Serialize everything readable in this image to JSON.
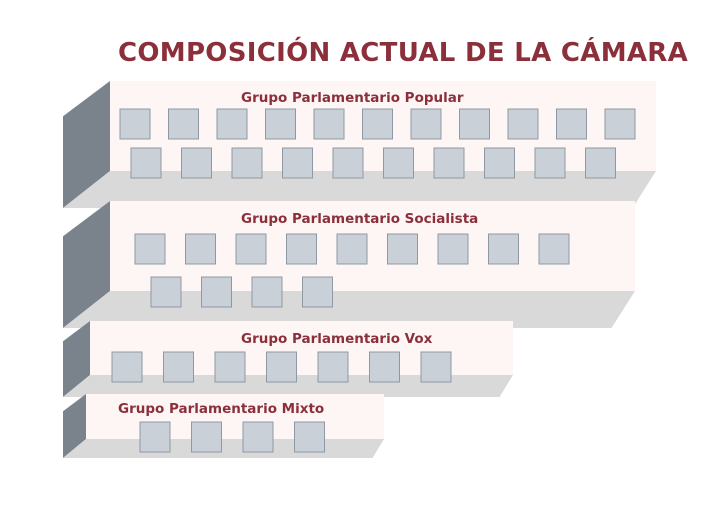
{
  "title": "COMPOSICIÓN ACTUAL DE LA CÁMARA",
  "colors": {
    "title": "#8b2f3b",
    "panel_face": "#fdf6f5",
    "floor": "#d9d9d9",
    "side": "#7a838c",
    "seat_fill": "#c9d0d8",
    "seat_stroke": "#8f99a3"
  },
  "groups": [
    {
      "id": "popular",
      "label": "Grupo Parlamentario Popular",
      "rows": [
        11,
        10
      ]
    },
    {
      "id": "socialista",
      "label": "Grupo Parlamentario Socialista",
      "rows": [
        9,
        4
      ]
    },
    {
      "id": "vox",
      "label": "Grupo Parlamentario Vox",
      "rows": [
        7
      ]
    },
    {
      "id": "mixto",
      "label": "Grupo Parlamentario Mixto",
      "rows": [
        4
      ]
    }
  ]
}
